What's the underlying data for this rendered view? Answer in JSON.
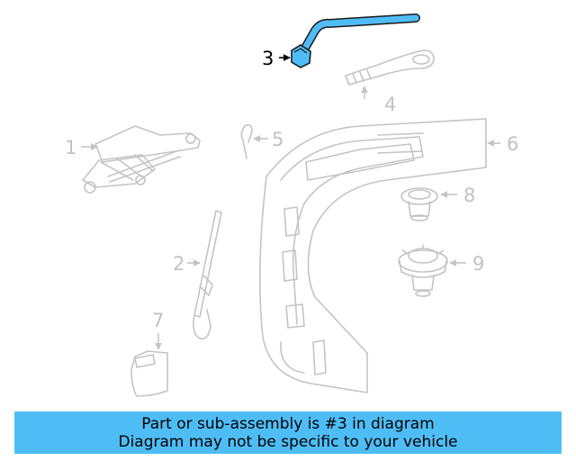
{
  "diagram": {
    "callouts": {
      "p1": "1",
      "p2": "2",
      "p3": "3",
      "p4": "4",
      "p5": "5",
      "p6": "6",
      "p7": "7",
      "p8": "8",
      "p9": "9"
    },
    "highlight_color": "#4fbdf5",
    "highlighted_part": "3"
  },
  "banner": {
    "line1": "Part or sub-assembly is #3 in diagram",
    "line2": "Diagram may not be specific to your vehicle",
    "background": "#4fbdf5"
  }
}
